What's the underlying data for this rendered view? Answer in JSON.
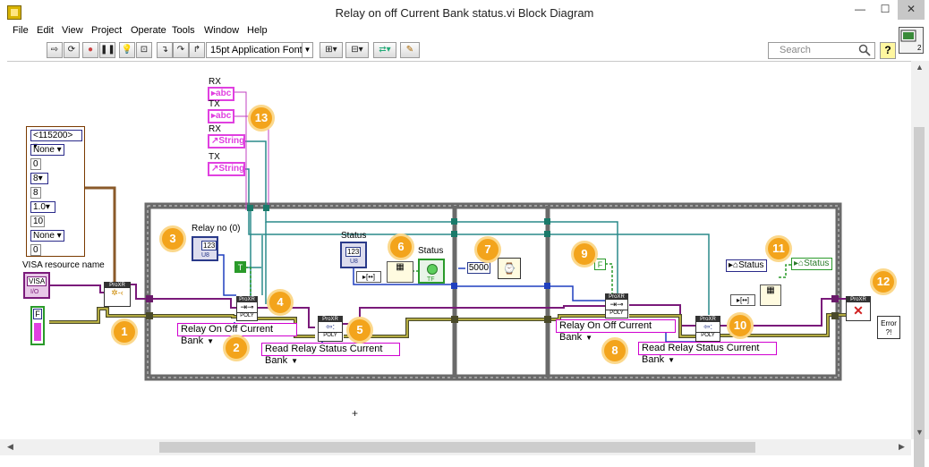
{
  "window": {
    "title": "Relay on off Current Bank status.vi Block Diagram",
    "minimize": "—",
    "maximize": "☐",
    "close": "✕"
  },
  "menu": [
    "File",
    "Edit",
    "View",
    "Project",
    "Operate",
    "Tools",
    "Window",
    "Help"
  ],
  "toolbar": {
    "font": "15pt Application Font",
    "search_placeholder": "Search",
    "help": "?",
    "icon_badge": "2"
  },
  "diagram": {
    "visa_label": "VISA resource name",
    "visa_ctrl": "VISA",
    "visa_sub": "I/O",
    "bool_ctrl": "F",
    "bool_const_true": "T",
    "bool_const_false": "F",
    "config": [
      "<115200>",
      "None",
      "0",
      "8",
      "8",
      "1.0",
      "10",
      "None",
      "0"
    ],
    "rx_label_1": "RX",
    "rx_ind_1": "abc",
    "tx_label_1": "TX",
    "tx_ind_1": "abc",
    "rx_label_2": "RX",
    "rx_ctrl_2": "String",
    "tx_label_2": "TX",
    "tx_ctrl_2": "String",
    "relay_no_label": "Relay no (0)",
    "relay_no_ctrl": "123",
    "relay_no_type": "U8",
    "status_label": "Status",
    "status_ind": "123",
    "status_type": "U8",
    "status_led_label": "Status",
    "status_led_type": "TF",
    "wait_const": "5000",
    "enum_relay_1": "Relay On Off Current Bank",
    "enum_read_1": "Read Relay Status Current Bank",
    "enum_relay_2": "Relay On Off Current Bank",
    "enum_read_2": "Read Relay Status Current Bank",
    "status_prop_1": "Status",
    "status_prop_2": "Status",
    "poly": "POLY",
    "prefix": "ProXR",
    "error_label": "Error",
    "callouts": [
      "1",
      "2",
      "3",
      "4",
      "5",
      "6",
      "7",
      "8",
      "9",
      "10",
      "11",
      "12",
      "13"
    ]
  }
}
